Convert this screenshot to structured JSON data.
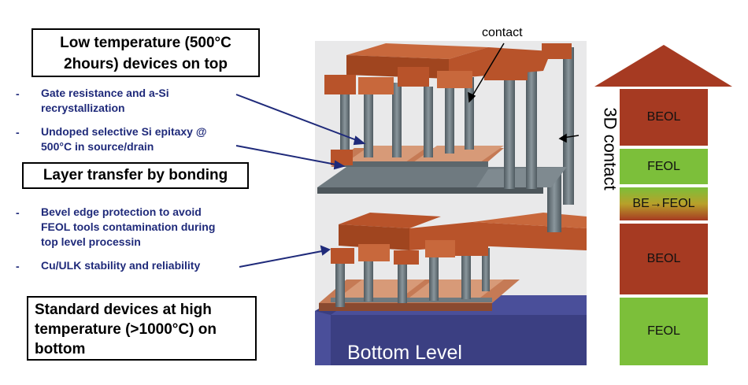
{
  "boxes": {
    "top": [
      "Low temperature (500°C",
      "2hours) devices on top"
    ],
    "middle": "Layer transfer by bonding",
    "bottom": [
      "Standard devices at high",
      "temperature (>1000°C) on",
      "bottom"
    ]
  },
  "bullets_top": [
    {
      "dash": "-",
      "lines": [
        "Gate resistance and a-Si",
        "recrystallization"
      ]
    },
    {
      "dash": "-",
      "lines": [
        "Undoped selective Si epitaxy @",
        "500°C in source/drain"
      ]
    }
  ],
  "bullets_bottom": [
    {
      "dash": "-",
      "lines": [
        "Bevel edge protection to avoid",
        "FEOL tools contamination during",
        "top level processin"
      ]
    },
    {
      "dash": "-",
      "lines": [
        "Cu/ULK stability and reliability"
      ]
    }
  ],
  "labels": {
    "contact": "contact",
    "contact_3d": "3D contact",
    "bottom_level": "Bottom Level"
  },
  "stack": [
    {
      "label": "BEOL",
      "color": "#a63a22"
    },
    {
      "label": "FEOL",
      "color": "#7cbf3a"
    },
    {
      "label": "BE→FEOL",
      "color": "gradient"
    },
    {
      "label": "BEOL",
      "color": "#a63a22"
    },
    {
      "label": "FEOL",
      "color": "#7cbf3a"
    }
  ],
  "colors": {
    "text_blue": "#1f2a7a",
    "copper": "#b8532a",
    "pillar": "#6f7a80",
    "substrate": "#4a4f9a"
  }
}
